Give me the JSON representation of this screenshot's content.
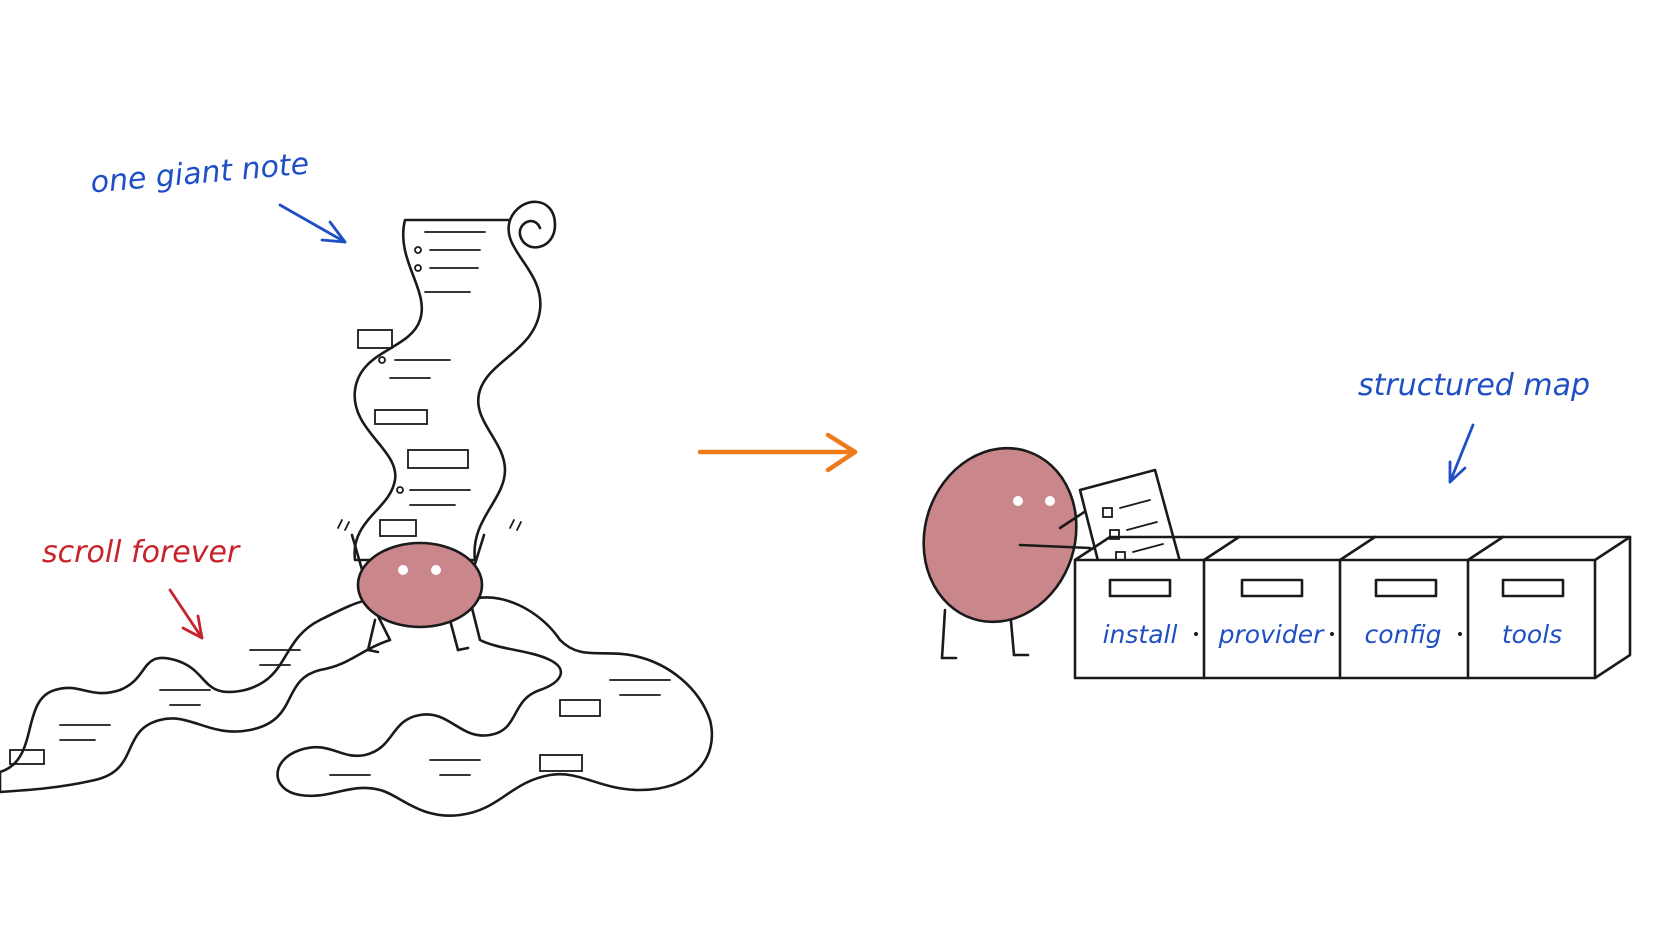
{
  "labels": {
    "giant_note": "one giant note",
    "scroll_forever": "scroll forever",
    "structured_map": "structured map"
  },
  "boxes": [
    {
      "label": "install"
    },
    {
      "label": "provider"
    },
    {
      "label": "config"
    },
    {
      "label": "tools"
    }
  ],
  "colors": {
    "blue": "#1f4fc4",
    "red": "#c8232b",
    "orange": "#ee7a1a",
    "character": "#c9878c",
    "ink": "#1a1a1a"
  },
  "icons": [
    "scroll-icon",
    "bean-character",
    "file-box",
    "checklist-icon",
    "arrow-icon"
  ]
}
